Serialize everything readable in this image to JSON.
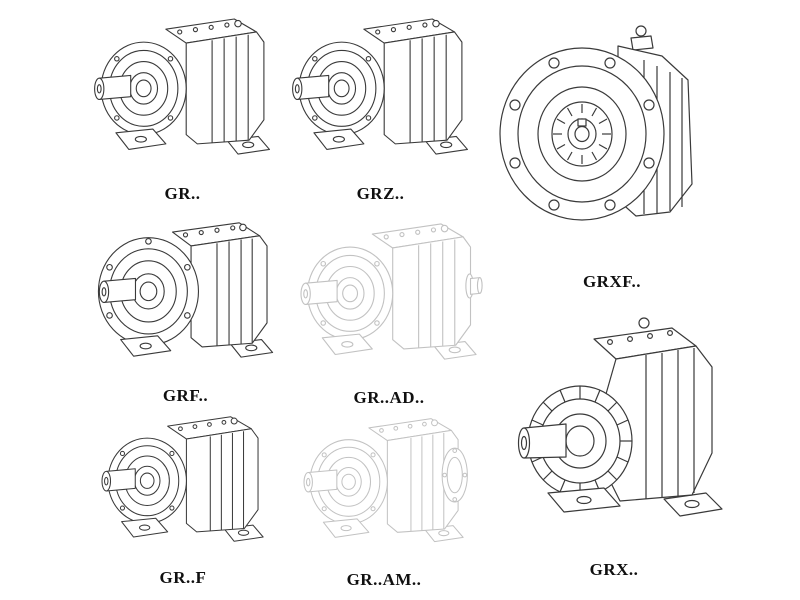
{
  "figures": [
    {
      "label": "GR..",
      "drawing": "helical-gearbox-foot-mounted"
    },
    {
      "label": "GRZ..",
      "drawing": "helical-gearbox-foot-mounted"
    },
    {
      "label": "GRXF..",
      "drawing": "helical-gearbox-large-output-flange"
    },
    {
      "label": "GRF..",
      "drawing": "helical-gearbox-flange-mounted"
    },
    {
      "label": "GR..AD..",
      "drawing": "helical-gearbox-input-adapter-ghost"
    },
    {
      "label": "GR..F",
      "drawing": "helical-gearbox-foot-mounted"
    },
    {
      "label": "GR..AM..",
      "drawing": "helical-gearbox-motor-adapter-ghost"
    },
    {
      "label": "GRX..",
      "drawing": "helical-gearbox-ribbed-hub-foot-mounted"
    }
  ],
  "colors": {
    "line": "#3a3a3a",
    "ghost_line": "#c2c2c2",
    "label_text": "#101010",
    "background": "#ffffff"
  }
}
